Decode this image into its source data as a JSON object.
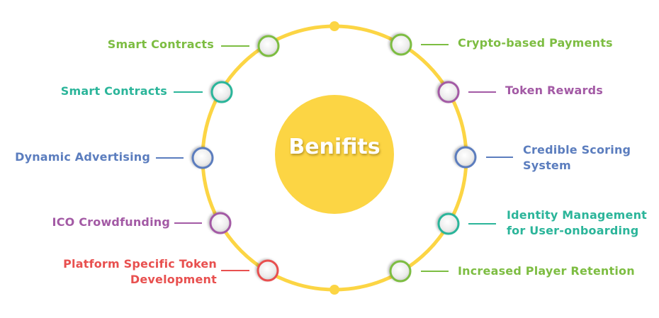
{
  "colors": {
    "ring": "#fcd544",
    "center_fill": "#fcd544",
    "green": "#7dbd42",
    "teal": "#2bb59a",
    "blue": "#5b7dbe",
    "purple": "#a35aa5",
    "red": "#e8504f",
    "node_fill": "#e9e9e9"
  },
  "center": {
    "title": "Benifits"
  },
  "nodes": [
    {
      "label_lines": [
        "Smart Contracts"
      ],
      "color": "green"
    },
    {
      "label_lines": [
        "Smart Contracts"
      ],
      "color": "teal"
    },
    {
      "label_lines": [
        "Dynamic Advertising"
      ],
      "color": "blue"
    },
    {
      "label_lines": [
        "ICO Crowdfunding"
      ],
      "color": "purple"
    },
    {
      "label_lines": [
        "Platform Specific Token",
        "Development"
      ],
      "color": "red"
    },
    {
      "label_lines": [
        "Crypto-based Payments"
      ],
      "color": "green"
    },
    {
      "label_lines": [
        "Token Rewards"
      ],
      "color": "purple"
    },
    {
      "label_lines": [
        "Credible Scoring",
        "System"
      ],
      "color": "blue"
    },
    {
      "label_lines": [
        "Identity Management",
        "for User-onboarding"
      ],
      "color": "teal"
    },
    {
      "label_lines": [
        "Increased Player Retention"
      ],
      "color": "green"
    }
  ]
}
